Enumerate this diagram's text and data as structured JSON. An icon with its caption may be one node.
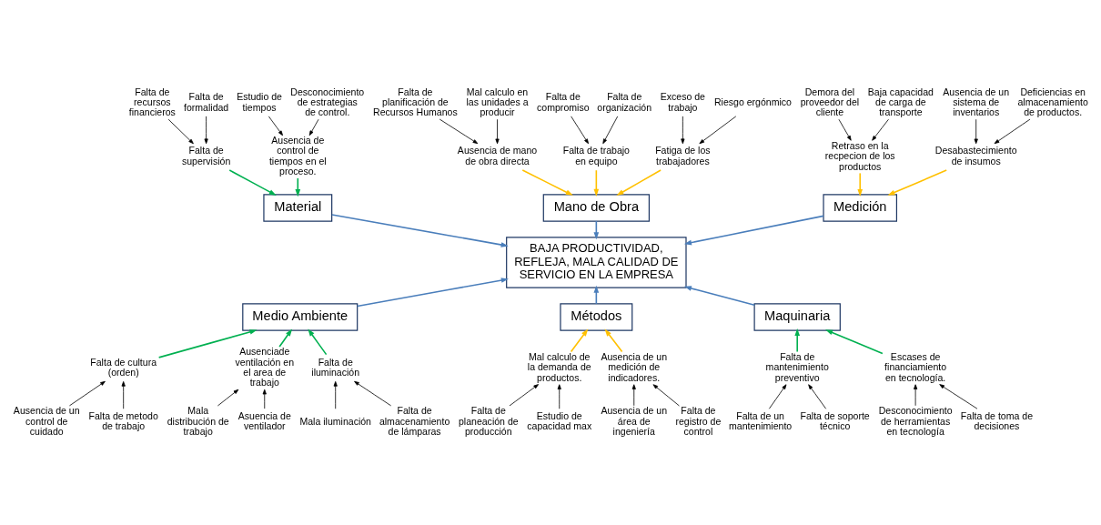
{
  "diagram": {
    "nodes": [
      {
        "text": [
          "Medición"
        ]
      },
      {
        "text": [
          "Material"
        ]
      },
      {
        "text": [
          "Mano de Obra"
        ]
      },
      {
        "text": [
          "BAJA PRODUCTIVIDAD, REFLEJA, MALA CALIDAD DE SERVICIO EN LA EMPRESA"
        ]
      },
      {
        "text": [
          "Medio Ambiente"
        ]
      },
      {
        "text": [
          "Métodos"
        ]
      },
      {
        "text": [
          "Maquinaria"
        ]
      },
      {
        "text": [
          "Demora del proveedor del cliente"
        ]
      },
      {
        "text": [
          "Retraso en la recpecion de los productos"
        ]
      },
      {
        "text": [
          "Baja capacidad de carga de transporte"
        ]
      },
      {
        "text": [
          "Ausencia de un sistema de inventarios"
        ]
      },
      {
        "text": [
          "Desabastecimiento de insumos"
        ]
      },
      {
        "text": [
          "Deficiencias en almacenamiento de productos."
        ]
      },
      {
        "text": [
          "Falta de recursos financieros"
        ]
      },
      {
        "text": [
          "Falta de supervisión"
        ]
      },
      {
        "text": [
          "Falta de formalidad"
        ]
      },
      {
        "text": [
          "Estudio de tiempos"
        ]
      },
      {
        "text": [
          "Ausencia de control de tiempos en el proceso."
        ]
      },
      {
        "text": [
          "Desconocimiento de estrategias de control."
        ]
      },
      {
        "text": [
          "Falta de planificación de Recursos Humanos"
        ]
      },
      {
        "text": [
          "Ausencia de mano de obra directa"
        ]
      },
      {
        "text": [
          "Mal calculo en las unidades a producir"
        ]
      },
      {
        "text": [
          "Falta de compromiso"
        ]
      },
      {
        "text": [
          "Falta de trabajo en equipo"
        ]
      },
      {
        "text": [
          "Falta de organización"
        ]
      },
      {
        "text": [
          "Exceso de trabajo"
        ]
      },
      {
        "text": [
          "Fatiga de los trabajadores"
        ]
      },
      {
        "text": [
          "Riesgo ergónmico"
        ]
      },
      {
        "text": [
          "Ausencia de un control de cuidado"
        ]
      },
      {
        "text": [
          "Falta de cultura (orden)"
        ]
      },
      {
        "text": [
          "Falta de metodo de trabajo"
        ]
      },
      {
        "text": [
          "Mala distribución de trabajo"
        ]
      },
      {
        "text": [
          "Ausenciade ventilación en el area de trabajo"
        ]
      },
      {
        "text": [
          "Asuencia de ventilador"
        ]
      },
      {
        "text": [
          "Mala iluminación"
        ]
      },
      {
        "text": [
          "Falta de iluminación"
        ]
      },
      {
        "text": [
          "Falta de almacenamiento de lámparas"
        ]
      },
      {
        "text": [
          "Falta de planeación de producción"
        ]
      },
      {
        "text": [
          "Mal calculo de la demanda de productos."
        ]
      },
      {
        "text": [
          "Estudio de capacidad max"
        ]
      },
      {
        "text": [
          "Ausencia de un área de ingeniería"
        ]
      },
      {
        "text": [
          "Ausencia de un medición de indicadores."
        ]
      },
      {
        "text": [
          "Falta de registro de control"
        ]
      },
      {
        "text": [
          "Falta de un mantenimiento"
        ]
      },
      {
        "text": [
          "Falta de mantenimiento preventivo"
        ]
      },
      {
        "text": [
          "Falta de soporte técnico"
        ]
      },
      {
        "text": [
          "Desconocimiento de herramientas en tecnología"
        ]
      },
      {
        "text": [
          "Escases de financiamiento en tecnología."
        ]
      },
      {
        "text": [
          "Falta de toma de decisiones"
        ]
      }
    ],
    "edges": [
      {
        "from": 0,
        "to": 3,
        "arrow": "to",
        "color": "#4a7ebb"
      },
      {
        "from": 1,
        "to": 3,
        "arrow": "to",
        "color": "#4a7ebb"
      },
      {
        "from": 2,
        "to": 3,
        "arrow": "to",
        "color": "#4a7ebb"
      },
      {
        "from": 4,
        "to": 3,
        "arrow": "to",
        "color": "#4a7ebb"
      },
      {
        "from": 5,
        "to": 3,
        "arrow": "to",
        "color": "#4a7ebb"
      },
      {
        "from": 6,
        "to": 3,
        "arrow": "to",
        "color": "#4a7ebb"
      },
      {
        "from": 8,
        "to": 0,
        "arrow": "to",
        "color": "#ffc000"
      },
      {
        "from": 11,
        "to": 0,
        "arrow": "to",
        "color": "#ffc000"
      },
      {
        "from": 14,
        "to": 1,
        "arrow": "to",
        "color": "#00b050"
      },
      {
        "from": 17,
        "to": 1,
        "arrow": "to",
        "color": "#00b050"
      },
      {
        "from": 20,
        "to": 2,
        "arrow": "to",
        "color": "#ffc000"
      },
      {
        "from": 23,
        "to": 2,
        "arrow": "to",
        "color": "#ffc000"
      },
      {
        "from": 26,
        "to": 2,
        "arrow": "to",
        "color": "#ffc000"
      },
      {
        "from": 29,
        "to": 4,
        "arrow": "to",
        "color": "#00b050"
      },
      {
        "from": 32,
        "to": 4,
        "arrow": "to",
        "color": "#00b050"
      },
      {
        "from": 35,
        "to": 4,
        "arrow": "to",
        "color": "#00b050"
      },
      {
        "from": 38,
        "to": 5,
        "arrow": "to",
        "color": "#ffc000"
      },
      {
        "from": 41,
        "to": 5,
        "arrow": "to",
        "color": "#ffc000"
      },
      {
        "from": 44,
        "to": 6,
        "arrow": "to",
        "color": "#00b050"
      },
      {
        "from": 47,
        "to": 6,
        "arrow": "to",
        "color": "#00b050"
      },
      {
        "from": 7,
        "to": 8,
        "arrow": "to"
      },
      {
        "from": 9,
        "to": 8,
        "arrow": "to"
      },
      {
        "from": 10,
        "to": 11,
        "arrow": "to"
      },
      {
        "from": 12,
        "to": 11,
        "arrow": "to"
      },
      {
        "from": 13,
        "to": 14,
        "arrow": "to"
      },
      {
        "from": 15,
        "to": 14,
        "arrow": "to"
      },
      {
        "from": 16,
        "to": 17,
        "arrow": "to"
      },
      {
        "from": 18,
        "to": 17,
        "arrow": "to"
      },
      {
        "from": 19,
        "to": 20,
        "arrow": "to"
      },
      {
        "from": 21,
        "to": 20,
        "arrow": "to"
      },
      {
        "from": 22,
        "to": 23,
        "arrow": "to"
      },
      {
        "from": 24,
        "to": 23,
        "arrow": "to"
      },
      {
        "from": 25,
        "to": 26,
        "arrow": "to"
      },
      {
        "from": 27,
        "to": 26,
        "arrow": "to"
      },
      {
        "from": 28,
        "to": 29,
        "arrow": "to"
      },
      {
        "from": 30,
        "to": 29,
        "arrow": "to"
      },
      {
        "from": 31,
        "to": 32,
        "arrow": "to"
      },
      {
        "from": 33,
        "to": 32,
        "arrow": "to"
      },
      {
        "from": 34,
        "to": 35,
        "arrow": "to"
      },
      {
        "from": 36,
        "to": 35,
        "arrow": "to"
      },
      {
        "from": 37,
        "to": 38,
        "arrow": "to"
      },
      {
        "from": 39,
        "to": 38,
        "arrow": "to"
      },
      {
        "from": 40,
        "to": 41,
        "arrow": "to"
      },
      {
        "from": 42,
        "to": 41,
        "arrow": "to"
      },
      {
        "from": 43,
        "to": 44,
        "arrow": "to"
      },
      {
        "from": 45,
        "to": 44,
        "arrow": "to"
      },
      {
        "from": 46,
        "to": 47,
        "arrow": "to"
      },
      {
        "from": 48,
        "to": 47,
        "arrow": "to"
      }
    ]
  }
}
